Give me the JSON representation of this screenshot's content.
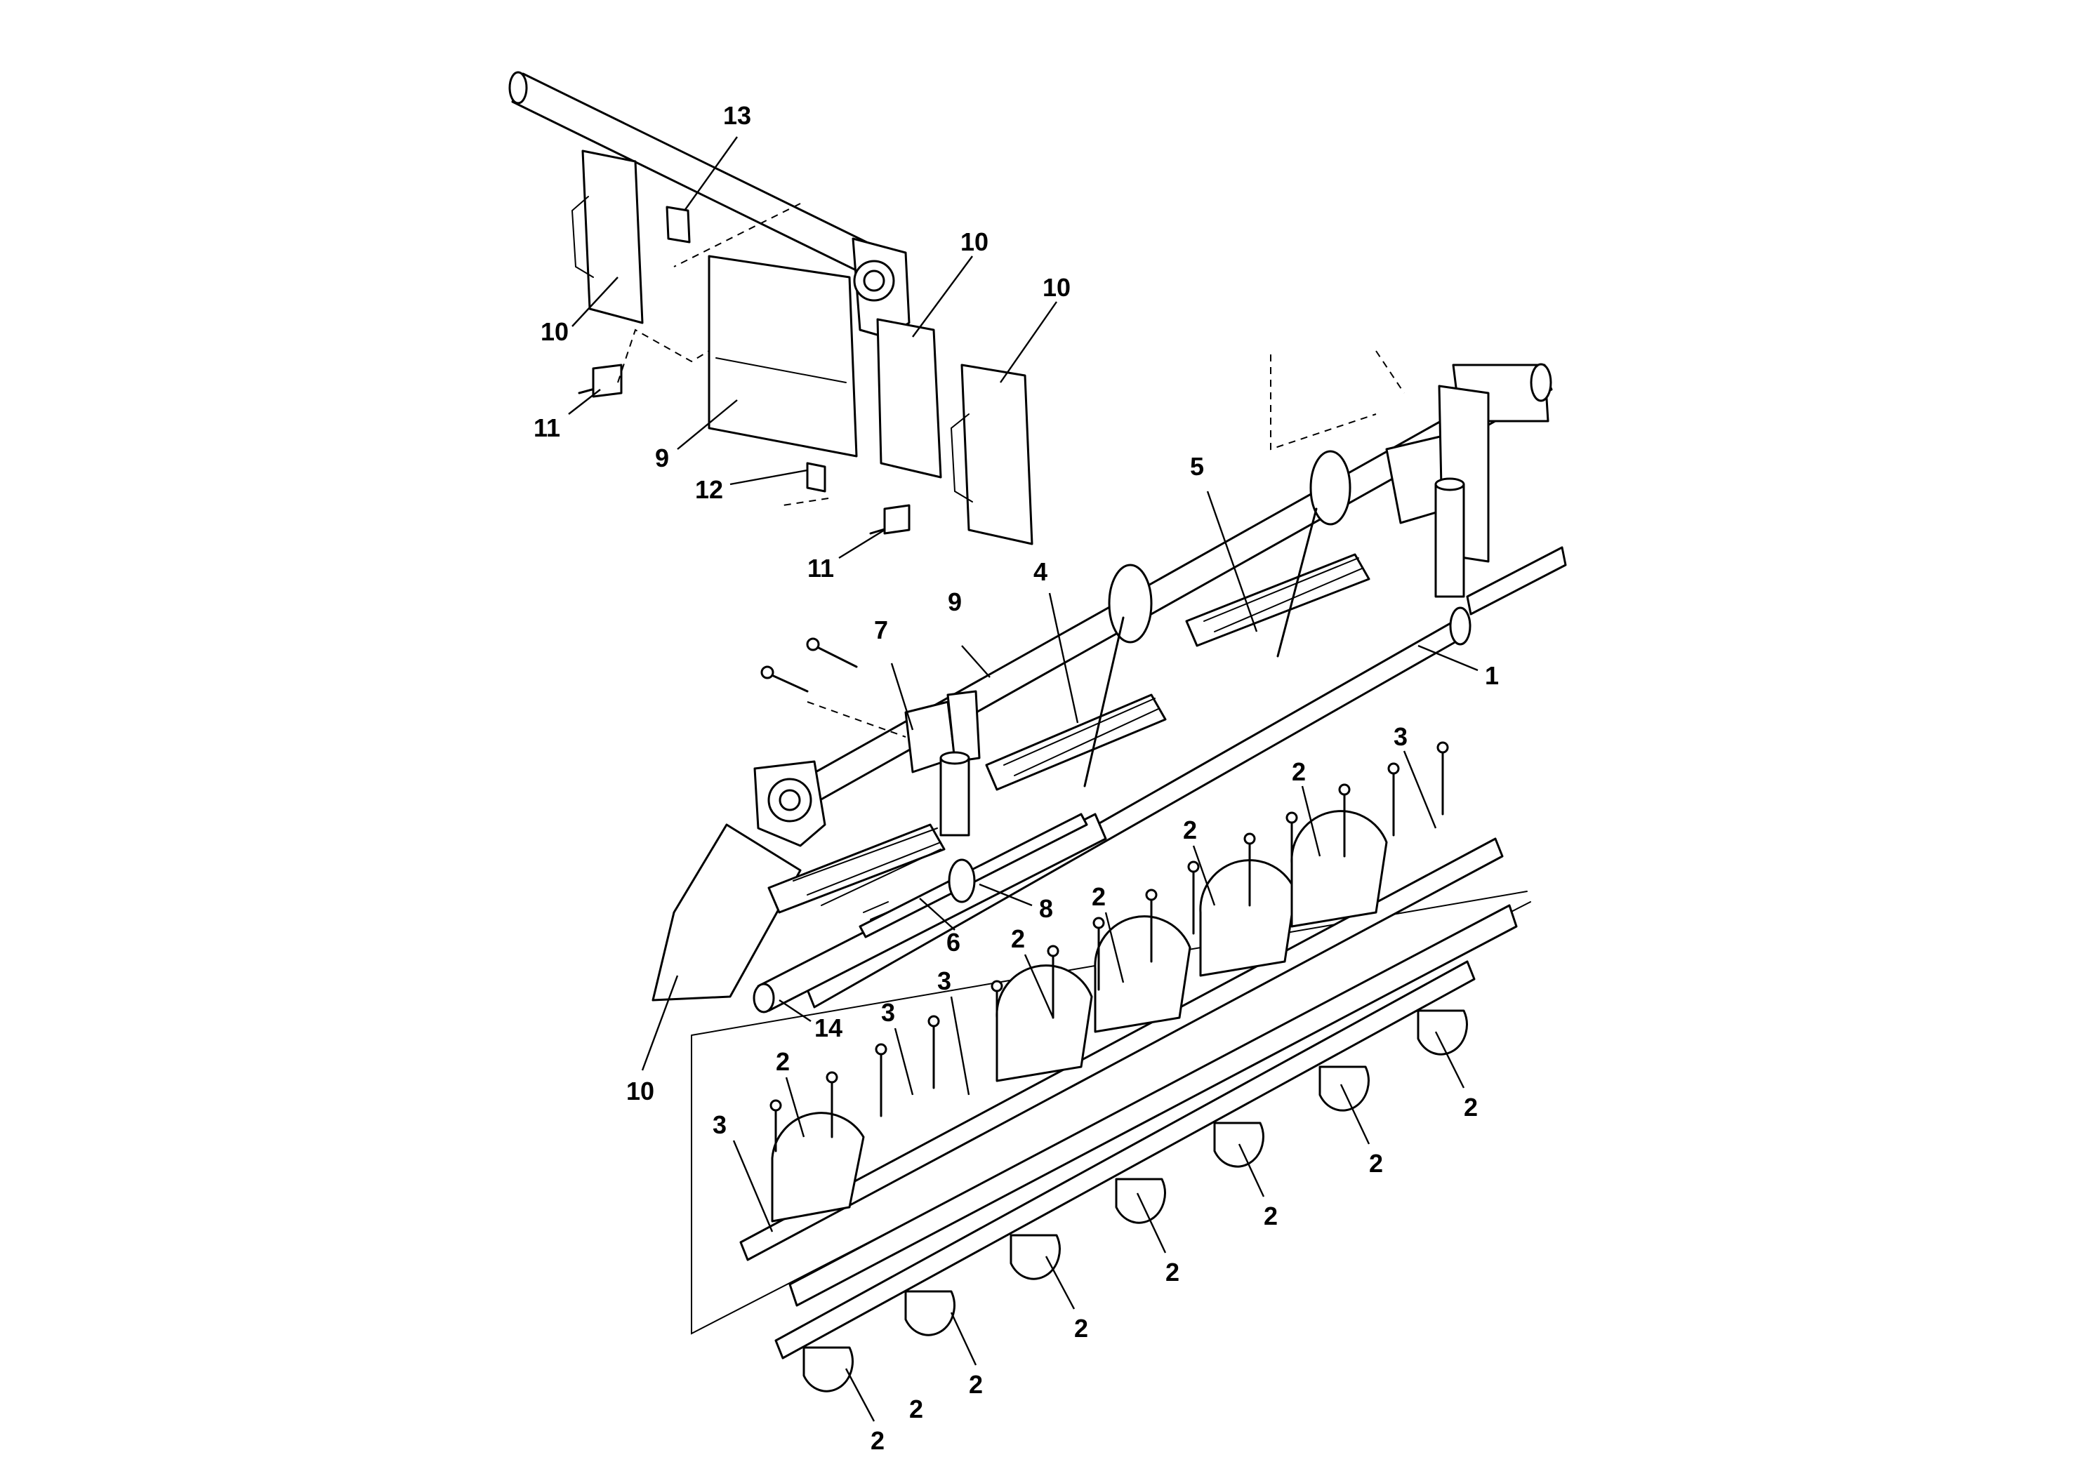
{
  "diagram": {
    "callouts": [
      {
        "id": "c13",
        "text": "13"
      },
      {
        "id": "c10a",
        "text": "10"
      },
      {
        "id": "c10b",
        "text": "10"
      },
      {
        "id": "c10c",
        "text": "10"
      },
      {
        "id": "c10d",
        "text": "10"
      },
      {
        "id": "c11a",
        "text": "11"
      },
      {
        "id": "c11b",
        "text": "11"
      },
      {
        "id": "c9a",
        "text": "9"
      },
      {
        "id": "c12",
        "text": "12"
      },
      {
        "id": "c9b",
        "text": "9"
      },
      {
        "id": "c7",
        "text": "7"
      },
      {
        "id": "c4",
        "text": "4"
      },
      {
        "id": "c5",
        "text": "5"
      },
      {
        "id": "c1",
        "text": "1"
      },
      {
        "id": "c8",
        "text": "8"
      },
      {
        "id": "c6",
        "text": "6"
      },
      {
        "id": "c14",
        "text": "14"
      },
      {
        "id": "c3a",
        "text": "3"
      },
      {
        "id": "c3b",
        "text": "3"
      },
      {
        "id": "c3c",
        "text": "3"
      },
      {
        "id": "c3d",
        "text": "3"
      },
      {
        "id": "c2a",
        "text": "2"
      },
      {
        "id": "c2b",
        "text": "2"
      },
      {
        "id": "c2c",
        "text": "2"
      },
      {
        "id": "c2d",
        "text": "2"
      },
      {
        "id": "c2e",
        "text": "2"
      },
      {
        "id": "c2f",
        "text": "2"
      },
      {
        "id": "c2g",
        "text": "2"
      },
      {
        "id": "c2h",
        "text": "2"
      },
      {
        "id": "c2i",
        "text": "2"
      },
      {
        "id": "c2j",
        "text": "2"
      },
      {
        "id": "c2k",
        "text": "2"
      },
      {
        "id": "c2l",
        "text": "2"
      },
      {
        "id": "c2m",
        "text": "2"
      }
    ]
  }
}
